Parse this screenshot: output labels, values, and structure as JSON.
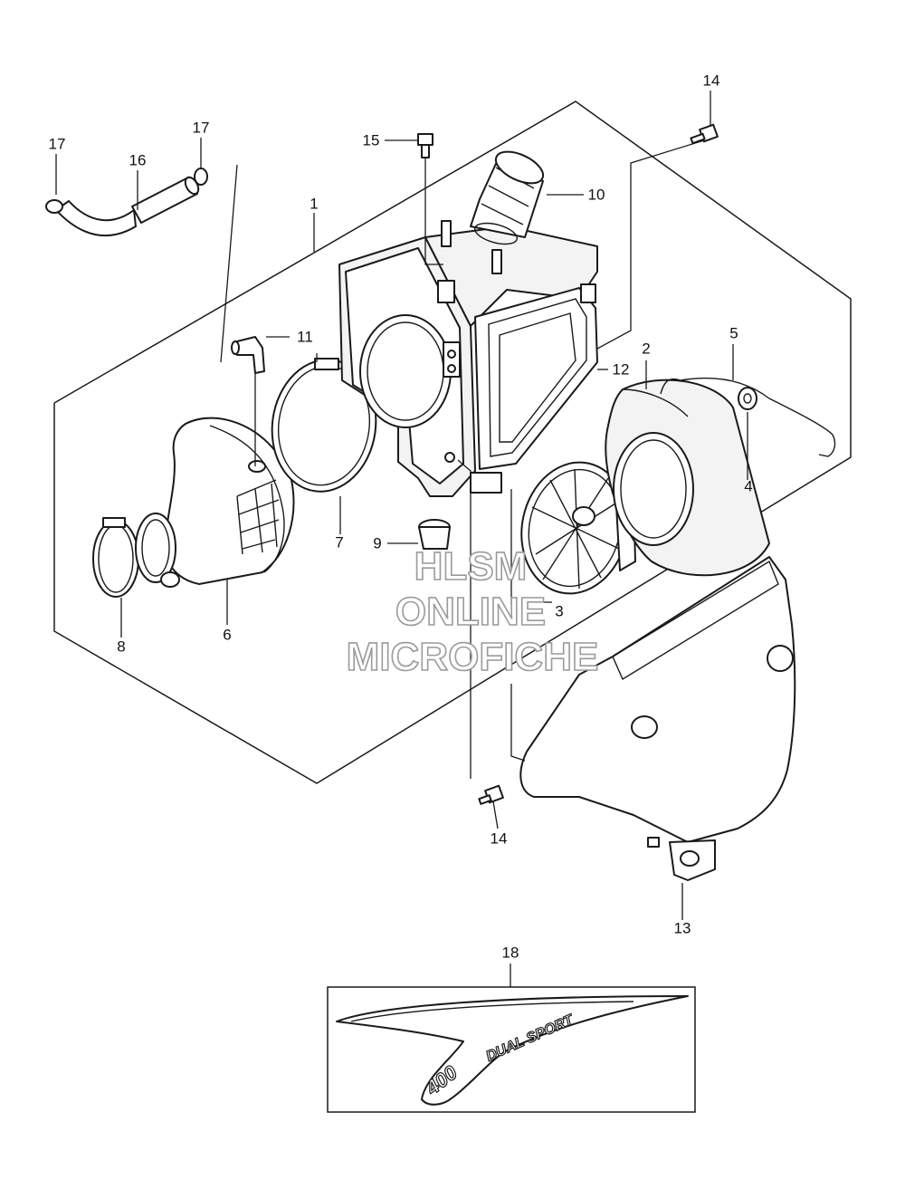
{
  "callouts": {
    "c1": "1",
    "c2": "2",
    "c3": "3",
    "c4": "4",
    "c5": "5",
    "c6": "6",
    "c7": "7",
    "c8": "8",
    "c9": "9",
    "c10": "10",
    "c11": "11",
    "c12": "12",
    "c13": "13",
    "c14_top": "14",
    "c14_bottom": "14",
    "c15": "15",
    "c16": "16",
    "c17_left": "17",
    "c17_right": "17",
    "c18": "18"
  },
  "watermark": {
    "line1": "HLSM",
    "line2": "ONLINE",
    "line3": "MICROFICHE"
  },
  "decal": {
    "text_line1": "DUAL SPORT",
    "text_line2": "400"
  }
}
